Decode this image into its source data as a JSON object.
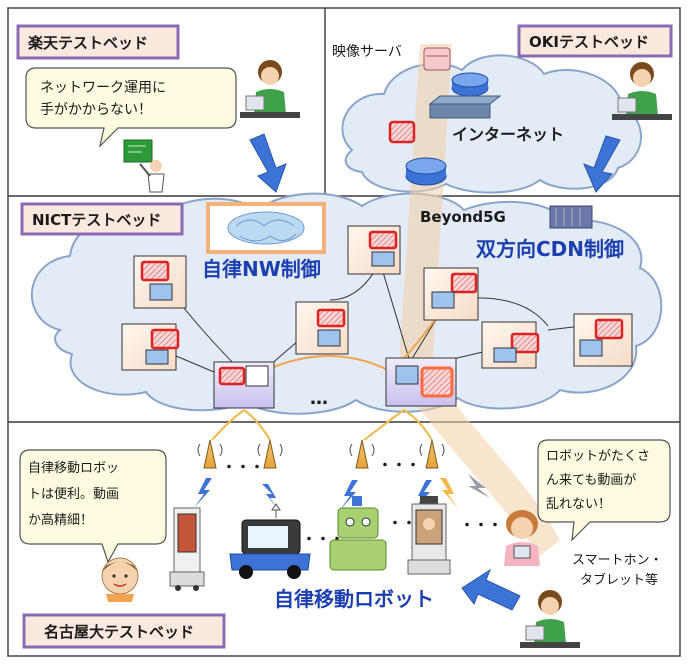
{
  "panels": {
    "rakuten": {
      "label": "楽天テストベッド"
    },
    "oki": {
      "label": "OKIテストベッド"
    },
    "nict": {
      "label": "NICTテストベッド"
    },
    "nagoya": {
      "label": "名古屋大テストベッド"
    }
  },
  "texts": {
    "video_server": "映像サーバ",
    "internet": "インターネット",
    "beyond5g": "Beyond5G",
    "autonomous_nw": "自律NW制御",
    "bidirectional_cdn": "双方向CDN制御",
    "robot_label": "自律移動ロボット",
    "smartphone_line1": "スマートホン・",
    "smartphone_line2": "タブレット等",
    "ellipsis": "…",
    "dots": "・・・"
  },
  "bubbles": {
    "rakuten": [
      "ネットワーク運用に",
      "手がかからない！"
    ],
    "nagoya": [
      "自律移動ロボッ",
      "トは便利。動画",
      "か高精細！"
    ],
    "robot_user": [
      "ロボットがたくさ",
      "ん来ても動画が",
      "乱れない！"
    ]
  },
  "colors": {
    "panel_label_bg": "#fbe9df",
    "panel_label_border": "#8a6bb3",
    "cloud_fill": "#e3ebf6",
    "cloud_stroke": "#8ba4cc",
    "node_fill": "#fdf0e6",
    "node_inner_blue": "#9ec3ee",
    "node_red": "#e01b1b",
    "arrow_blue": "#3d73d6",
    "stream_band": "#f2cfa6",
    "text_blue": "#1c3fb0",
    "bubble_fill": "#fffbe0"
  },
  "icons": [
    "brain-icon",
    "server-icon",
    "router-icon",
    "switch-icon",
    "antenna-icon",
    "robot-icon",
    "person-icon",
    "chip-icon"
  ]
}
